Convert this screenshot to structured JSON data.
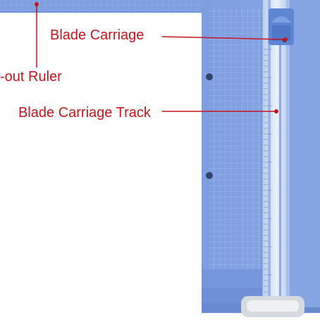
{
  "image": {
    "subject": "paper-trimmer",
    "colors": {
      "body": "#7f9fe0",
      "body_shadow": "#6e8fd2",
      "grid_line": "#a9c0ee",
      "rail": "#cfe0f7",
      "blade_carriage": "#6a8fd6",
      "callout_text": "#c4161c",
      "callout_line": "#c4161c"
    }
  },
  "callouts": {
    "blade_carriage": "Blade Carriage",
    "ruler": "-out Ruler",
    "track": "Blade Carriage Track"
  }
}
